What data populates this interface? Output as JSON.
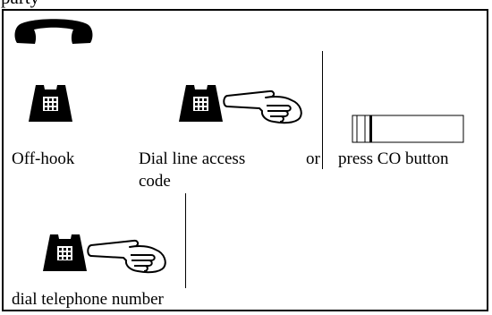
{
  "document": {
    "header_fragment": "party",
    "steps": {
      "off_hook": "Off-hook",
      "dial_line_access_line1": "Dial line access",
      "dial_line_access_line2": "code",
      "or": "or",
      "press_co_button": "press CO button",
      "dial_telephone_number": "dial telephone number"
    }
  },
  "icons": [
    "handset-icon",
    "desk-phone-icon",
    "desk-phone-with-pointing-hand-icon",
    "co-button-icon",
    "desk-phone-with-pointing-hand-icon"
  ]
}
